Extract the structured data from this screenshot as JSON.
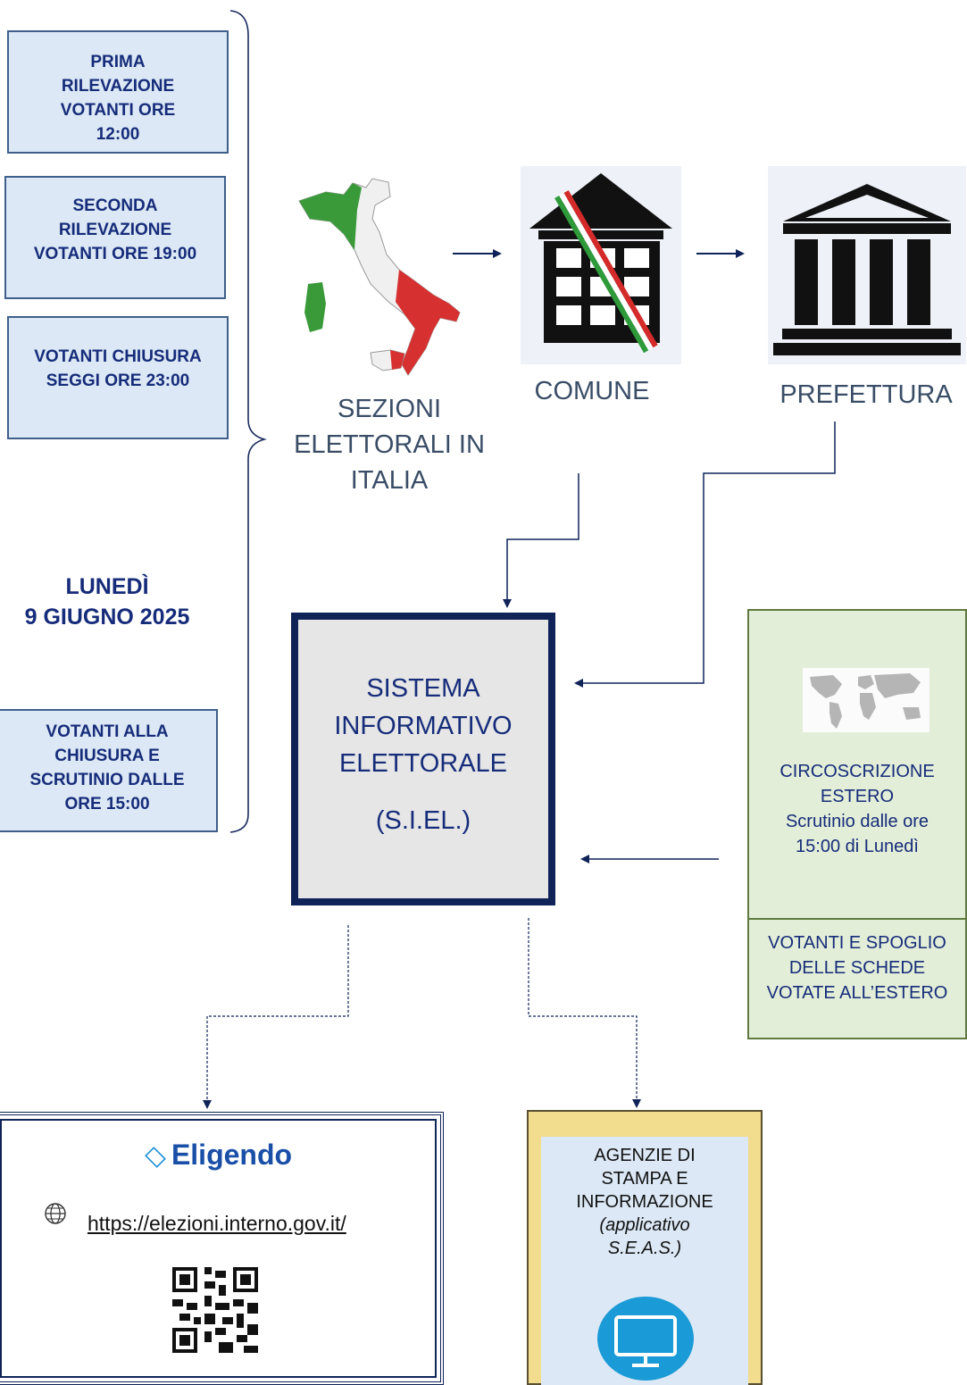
{
  "left_boxes": [
    {
      "text": "PRIMA RILEVAZIONE VOTANTI ORE 12:00"
    },
    {
      "text": "SECONDA RILEVAZIONE VOTANTI ORE 19:00"
    },
    {
      "text": "VOTANTI CHIUSURA SEGGI ORE 23:00"
    },
    {
      "text": "VOTANTI ALLA CHIUSURA E SCRUTINIO DALLE ORE 15:00"
    }
  ],
  "date": {
    "line1": "LUNEDÌ",
    "line2": "9 GIUGNO 2025"
  },
  "nodes": {
    "sezioni": "SEZIONI ELETTORALI IN ITALIA",
    "comune": "COMUNE",
    "prefettura": "PREFETTURA"
  },
  "siel": {
    "line1": "SISTEMA",
    "line2": "INFORMATIVO",
    "line3": "ELETTORALE",
    "abbr": "(S.I.EL.)"
  },
  "estero": {
    "title1": "CIRCOSCRIZIONE",
    "title2": "ESTERO",
    "sub1": "Scrutinio dalle ore",
    "sub2": "15:00 di Lunedì",
    "bottom": "VOTANTI E SPOGLIO DELLE SCHEDE VOTATE ALL’ESTERO"
  },
  "eligendo": {
    "brand": "Eligendo",
    "url": "https://elezioni.interno.gov.it/"
  },
  "agenzie": {
    "line1": "AGENZIE DI",
    "line2": "STAMPA E",
    "line3": "INFORMAZIONE",
    "italic1": "(applicativo",
    "italic2": "S.E.A.S.)"
  },
  "colors": {
    "navy": "#0f2358",
    "box_blue": "#dce8f5",
    "green_box": "#e3eed8",
    "gold_frame": "#f2dc8e",
    "siel_fill": "#e6e6e6"
  }
}
